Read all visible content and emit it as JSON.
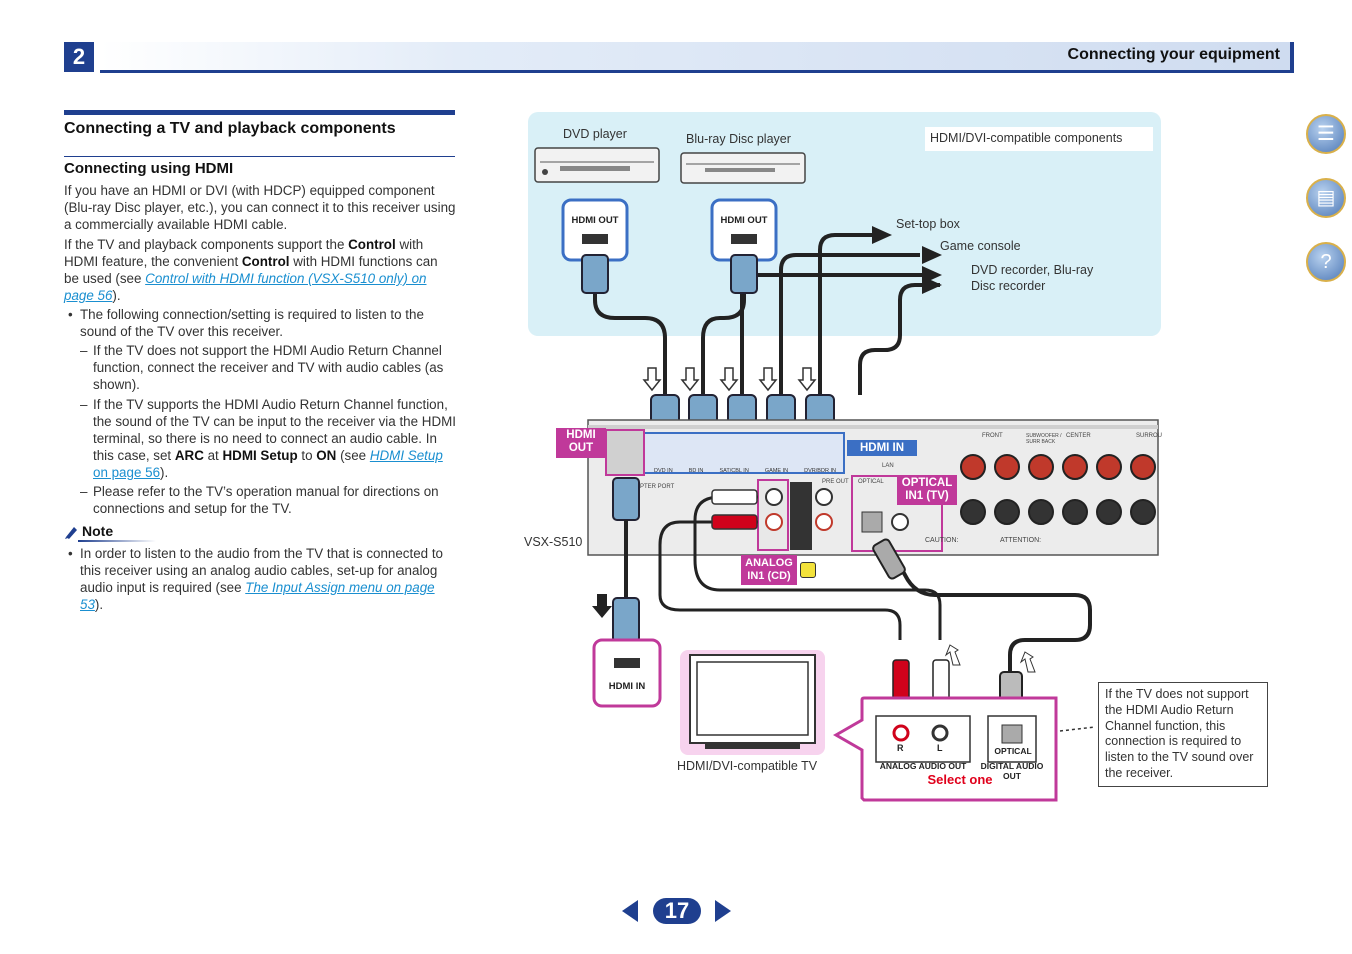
{
  "header": {
    "chapter": "2",
    "title": "Connecting your equipment"
  },
  "left": {
    "section_title": "Connecting a TV and playback components",
    "subsection_title": "Connecting using HDMI",
    "p1": "If you have an HDMI or DVI (with HDCP) equipped component (Blu-ray Disc player, etc.), you can connect it to this receiver using a commercially available HDMI cable.",
    "p2": {
      "a": "If the TV and playback components support the ",
      "b1": "Control",
      "c": " with HDMI feature, the convenient ",
      "b2": "Control",
      "d": " with HDMI functions can be used (see ",
      "link": "Control with HDMI function (VSX-S510 only) on page 56",
      "e": ")."
    },
    "bullet1": "The following connection/setting is required to listen to the sound of the TV over this receiver.",
    "dash1": "If the TV does not support the HDMI Audio Return Channel function, connect the receiver and TV with audio cables (as shown).",
    "dash2": {
      "a": "If the TV supports the HDMI Audio Return Channel function, the sound of the TV can be input to the receiver via the HDMI terminal, so there is no need to connect an audio cable. In this case, set ",
      "b1": "ARC",
      "c": " at ",
      "b2": "HDMI Setup",
      "d": " to ",
      "b3": "ON",
      "e": " (see ",
      "link_a": "HDMI Setup",
      "link_b": " on page 56",
      "f": ")."
    },
    "dash3": "Please refer to the TV’s operation manual for directions on connections and setup for the TV.",
    "note_label": "Note",
    "note_bullet": {
      "a": "In order to listen to the audio from the TV that is connected to this receiver using an analog audio cables, set-up for analog audio input is required (see ",
      "link": "The Input Assign menu on page 53",
      "b": ")."
    }
  },
  "diagram": {
    "dvd_player": "DVD player",
    "bluray_player": "Blu-ray Disc player",
    "hdmi_components": "HDMI/DVI-compatible components",
    "hdmi_out": "HDMI OUT",
    "set_top_box": "Set-top box",
    "game_console": "Game console",
    "dvd_recorder_1": "DVD recorder, Blu-ray",
    "dvd_recorder_2": "Disc recorder",
    "receiver_model": "VSX-S510",
    "tag_hdmi_out_1": "HDMI",
    "tag_hdmi_out_2": "OUT",
    "tag_hdmi_in": "HDMI IN",
    "tag_optical_1": "OPTICAL",
    "tag_optical_2": "IN1 (TV)",
    "tag_analog_1": "ANALOG",
    "tag_analog_2": "IN1 (CD)",
    "port_labels": [
      "DVD IN",
      "BD IN",
      "SAT/CBL IN",
      "GAME IN",
      "DVR/BDR IN"
    ],
    "panel_labels": {
      "pter_port": "PTER PORT",
      "pre_out": "PRE OUT",
      "front": "FRONT",
      "subwoofer": "SUBWOOFER / SURR BACK",
      "center": "CENTER",
      "surround": "SURROU",
      "caution": "CAUTION:",
      "attention": "ATTENTION:",
      "optical": "OPTICAL",
      "lan": "LAN"
    },
    "tv_hdmi_in": "HDMI IN",
    "tv_label": "HDMI/DVI-compatible TV",
    "rca_r": "R",
    "rca_l": "L",
    "analog_audio_out": "ANALOG AUDIO OUT",
    "optical": "OPTICAL",
    "digital_audio_out": "DIGITAL AUDIO OUT",
    "select_one": "Select one",
    "note": "If the TV does not support the HDMI Audio Return Channel function, this connection is required to listen to the TV sound over the receiver."
  },
  "footer": {
    "page": "17"
  },
  "colors": {
    "brand_blue": "#1f3f8f",
    "link_blue": "#1a8fd0",
    "magenta": "#c0399a",
    "diagram_bg": "#d9f0f7"
  }
}
